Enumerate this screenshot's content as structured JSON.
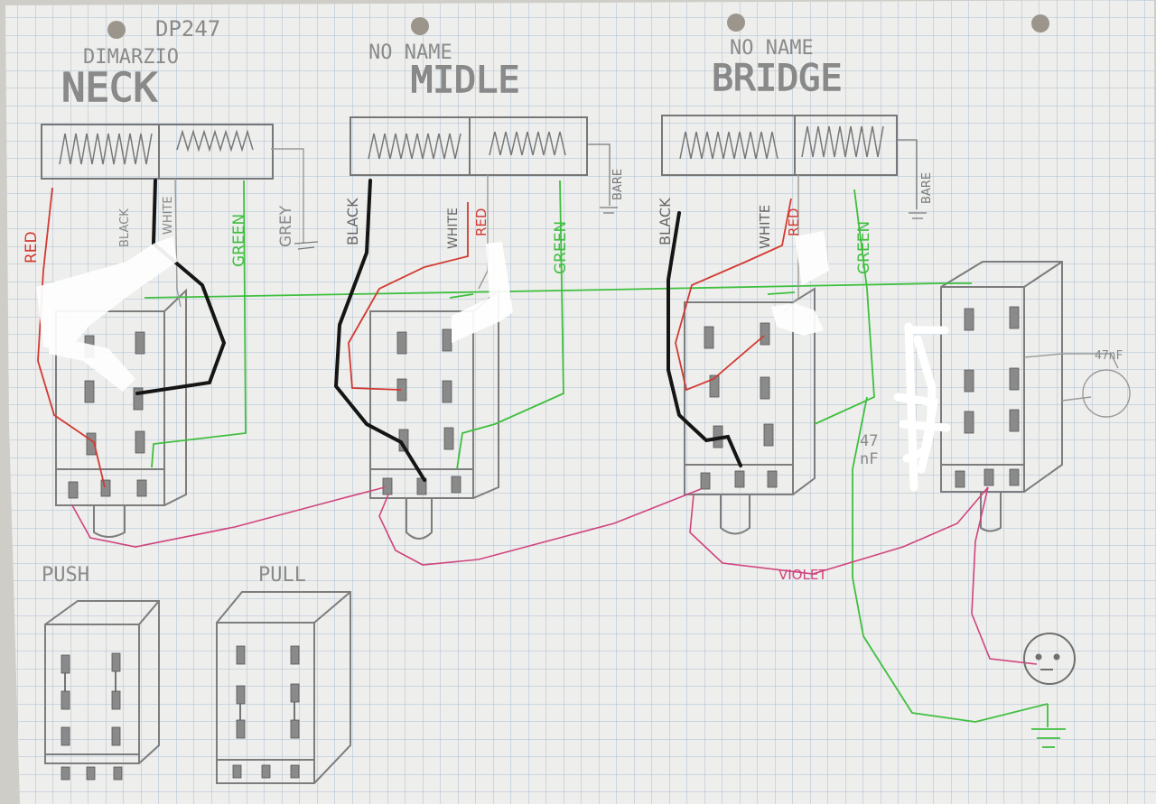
{
  "colors": {
    "paper": "#efefed",
    "grid": "#a9bfd4",
    "pencil": "#7b7b7b",
    "red": "#d23a32",
    "black": "#151515",
    "green": "#3fbf3f",
    "violet": "#d0447e",
    "grey_wire": "#9a9a9a"
  },
  "pickups": {
    "neck": {
      "model": "DP247",
      "brand": "DIMARZIO",
      "position": "NECK"
    },
    "middle": {
      "brand": "NO NAME",
      "position": "MIDLE",
      "bare_label": "BARE"
    },
    "bridge": {
      "brand": "NO NAME",
      "position": "BRIDGE",
      "bare_label": "BARE"
    }
  },
  "wires": {
    "neck": {
      "red": "RED",
      "black": "BLACK",
      "white": "WHITE",
      "green": "GREEN",
      "grey": "GREY"
    },
    "middle": {
      "black": "BLACK",
      "white": "WHITE",
      "red": "RED",
      "green": "GREEN"
    },
    "bridge": {
      "black": "BLACK",
      "white": "WHITE",
      "red": "RED",
      "green": "GREEN"
    }
  },
  "components": {
    "cap_upper": "47nF",
    "cap_lower_a": "47",
    "cap_lower_b": "nF",
    "violet_label": "VIOLET"
  },
  "switch_states": {
    "push": "PUSH",
    "pull": "PULL"
  }
}
